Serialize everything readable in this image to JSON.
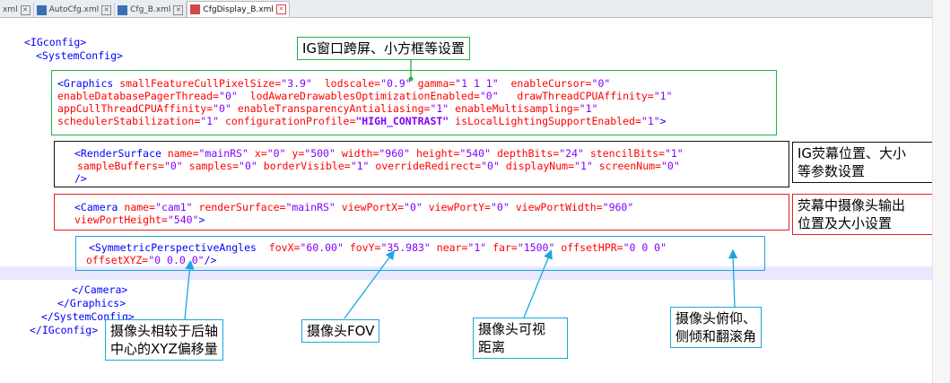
{
  "tabs": [
    {
      "label": "xml",
      "active": false
    },
    {
      "label": "AutoCfg.xml",
      "active": false
    },
    {
      "label": "Cfg_B.xml",
      "active": false
    },
    {
      "label": "CfgDisplay_B.xml",
      "active": true
    }
  ],
  "code": {
    "ig_open": "<IGconfig>",
    "sys_open": "<SystemConfig>",
    "gfx_l1": {
      "tag": "<Graphics",
      "a1": "smallFeatureCullPixelSize=",
      "v1": "\"3.9\"",
      "a2": "lodscale=",
      "v2": "\"0.9\"",
      "a3": "gamma=",
      "v3": "\"1 1 1\"",
      "a4": "enableCursor=",
      "v4": "\"0\""
    },
    "gfx_l2": {
      "a1": "enableDatabasePagerThread=",
      "v1": "\"0\"",
      "a2": "lodAwareDrawablesOptimizationEnabled=",
      "v2": "\"0\"",
      "a3": "drawThreadCPUAffinity=",
      "v3": "\"1\""
    },
    "gfx_l3": {
      "a1": "appCullThreadCPUAffinity=",
      "v1": "\"0\"",
      "a2": "enableTransparencyAntialiasing=",
      "v2": "\"1\"",
      "a3": "enableMultisampling=",
      "v3": "\"1\""
    },
    "gfx_l4": {
      "a1": "schedulerStabilization=",
      "v1": "\"1\"",
      "a2": "configurationProfile=",
      "v2": "\"HIGH_CONTRAST\"",
      "a3": "isLocalLightingSupportEnabled=",
      "v3": "\"1\"",
      "end": ">"
    },
    "rs_l1": {
      "tag": "<RenderSurface",
      "a1": "name=",
      "v1": "\"mainRS\"",
      "a2": "x=",
      "v2": "\"0\"",
      "a3": "y=",
      "v3": "\"500\"",
      "a4": "width=",
      "v4": "\"960\"",
      "a5": "height=",
      "v5": "\"540\"",
      "a6": "depthBits=",
      "v6": "\"24\"",
      "a7": "stencilBits=",
      "v7": "\"1\""
    },
    "rs_l2": {
      "a1": "sampleBuffers=",
      "v1": "\"0\"",
      "a2": "samples=",
      "v2": "\"0\"",
      "a3": "borderVisible=",
      "v3": "\"1\"",
      "a4": "overrideRedirect=",
      "v4": "\"0\"",
      "a5": "displayNum=",
      "v5": "\"1\"",
      "a6": "screenNum=",
      "v6": "\"0\""
    },
    "rs_l3": "/>",
    "cam_l1": {
      "tag": "<Camera",
      "a1": "name=",
      "v1": "\"cam1\"",
      "a2": "renderSurface=",
      "v2": "\"mainRS\"",
      "a3": "viewPortX=",
      "v3": "\"0\"",
      "a4": "viewPortY=",
      "v4": "\"0\"",
      "a5": "viewPortWidth=",
      "v5": "\"960\""
    },
    "cam_l2": {
      "a1": "viewPortHeight=",
      "v1": "\"540\"",
      "end": ">"
    },
    "spa_l1": {
      "tag": "<SymmetricPerspectiveAngles",
      "a1": "fovX=",
      "v1": "\"60.00\"",
      "a2": "fovY=",
      "v2": "\"35.983\"",
      "a3": "near=",
      "v3": "\"1\"",
      "a4": "far=",
      "v4": "\"1500\"",
      "a5": "offsetHPR=",
      "v5": "\"0 0 0\""
    },
    "spa_l2": {
      "a1": "offsetXYZ=",
      "v1": "\"0 0.0 0\"",
      "end": "/>"
    },
    "cam_close": "</Camera>",
    "gfx_close": "</Graphics>",
    "sys_close": "</SystemConfig>",
    "ig_close": "</IGconfig>"
  },
  "callouts": {
    "top": "IG窗口跨屏、小方框等设置",
    "rs_line1": "IG荧幕位置、大小",
    "rs_line2": "等参数设置",
    "cam_line1": "荧幕中摄像头输出",
    "cam_line2": "位置及大小设置",
    "xyz_line1": "摄像头相较于后轴",
    "xyz_line2": "中心的XYZ偏移量",
    "fov": "摄像头FOV",
    "dist_line1": "摄像头可视",
    "dist_line2": "距离",
    "hpr_line1": "摄像头俯仰、",
    "hpr_line2": "侧倾和翻滚角"
  }
}
